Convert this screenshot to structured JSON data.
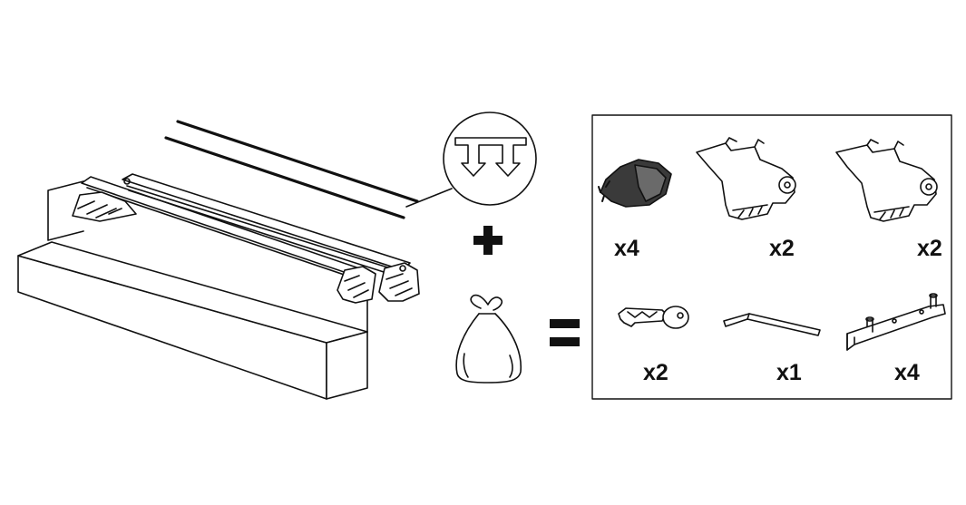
{
  "parts": [
    {
      "icon": "end-cap-icon",
      "quantity": "x4"
    },
    {
      "icon": "foot-bracket-left-icon",
      "quantity": "x2"
    },
    {
      "icon": "foot-bracket-right-icon",
      "quantity": "x2"
    },
    {
      "icon": "key-icon",
      "quantity": "x2"
    },
    {
      "icon": "allen-key-icon",
      "quantity": "x1"
    },
    {
      "icon": "mounting-plate-icon",
      "quantity": "x4"
    }
  ],
  "symbols": {
    "plus": "plus-icon",
    "equals": "equals-icon"
  },
  "colors": {
    "line": "#111111",
    "dark_part": "#3a3a3a",
    "background": "#ffffff"
  }
}
